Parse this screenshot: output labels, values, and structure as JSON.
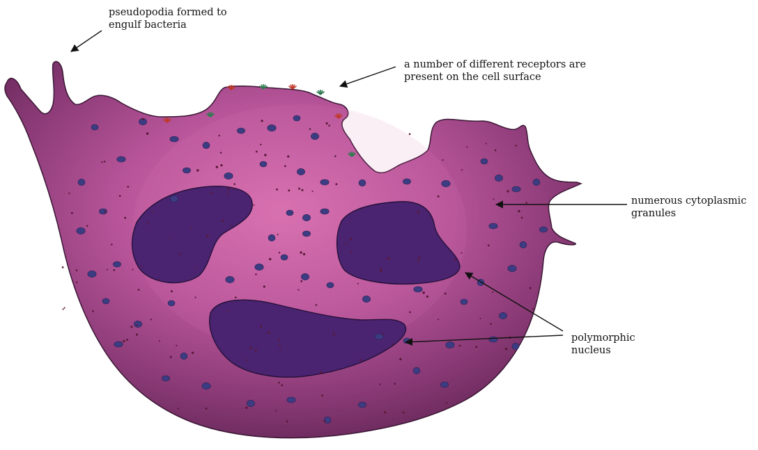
{
  "labels": {
    "pseudopodia_line1": "pseudopodia formed to",
    "pseudopodia_line2": "engulf bacteria",
    "receptors_line1": "a number of different receptors are",
    "receptors_line2": "present on the cell surface",
    "granules_line1": "numerous cytoplasmic",
    "granules_line2": "granules",
    "nucleus_line1": "polymorphic",
    "nucleus_line2": "nucleus"
  },
  "colors": {
    "cell_dark": "#6b2a5c",
    "cell_mid": "#a54a8a",
    "cell_light": "#d870b0",
    "nucleus": "#4a2470",
    "granule": "#3c3c82",
    "receptor_red": "#c0392b",
    "receptor_green": "#2e7a4e"
  }
}
